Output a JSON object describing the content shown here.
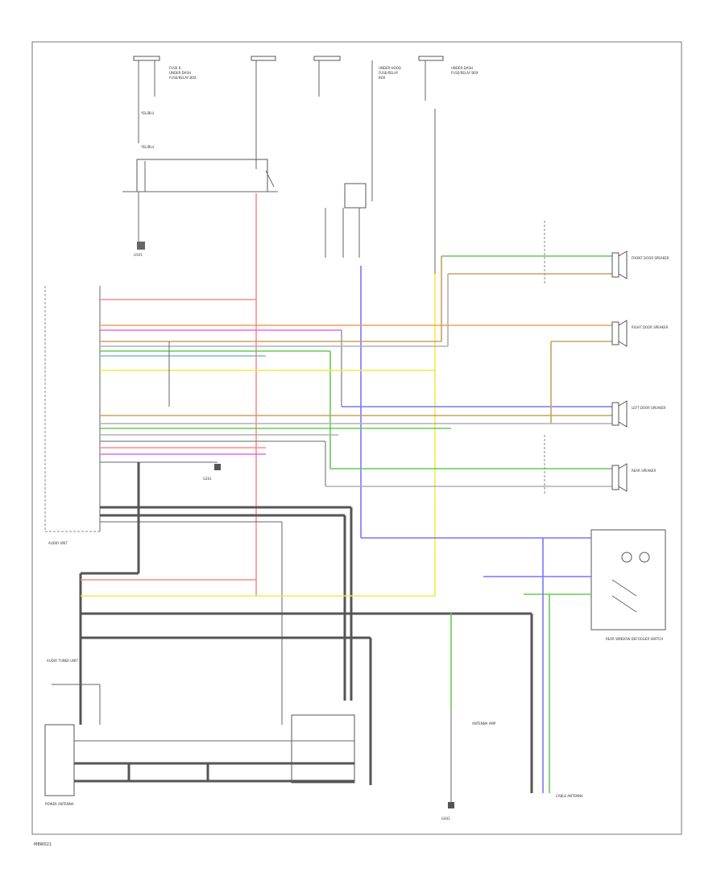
{
  "diagram": {
    "footer_code": "MBW021",
    "labels": {
      "audio_unit": "AUDIO UNIT",
      "audio_tuner_unit": "AUDIO TUNER UNIT",
      "ground_left_top": "G501",
      "ground_speaker": "G401",
      "ground_center": "G201",
      "front_door_speaker": "FRONT DOOR SPEAKER",
      "right_door_speaker": "RIGHT DOOR SPEAKER",
      "left_door_speaker": "LEFT DOOR SPEAKER",
      "rear_speaker": "REAR SPEAKER",
      "rear_window_defogger": "REAR WINDOW DEFOGGER SWITCH",
      "cable_antenna": "CABLE ANTENNA",
      "power_antenna": "POWER ANTENNA",
      "antenna_amp": "ANTENNA AMP"
    }
  }
}
